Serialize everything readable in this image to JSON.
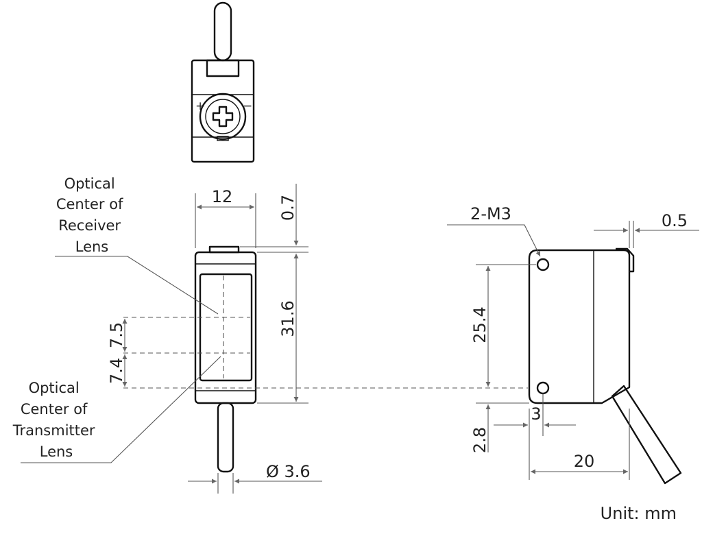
{
  "callouts": {
    "receiver": [
      "Optical",
      "Center of",
      "Receiver",
      "Lens"
    ],
    "transmitter": [
      "Optical",
      "Center of",
      "Transmitter",
      "Lens"
    ]
  },
  "dimensions": {
    "front_width": "12",
    "top_step": "0.7",
    "body_height": "31.6",
    "receiver_offset": "7.5",
    "transmitter_offset": "7.4",
    "cable_diameter": "Ø 3.6",
    "mount_holes": "2-M3",
    "side_step": "0.5",
    "hole_pitch": "25.4",
    "hole_bottom": "2.8",
    "hole_edge": "3",
    "side_depth": "20"
  },
  "indicators": {
    "plus": "+",
    "minus": "−"
  },
  "unit_note": "Unit: mm",
  "colors": {
    "outline": "#111111",
    "dimension_line": "#555555",
    "text": "#222222"
  }
}
